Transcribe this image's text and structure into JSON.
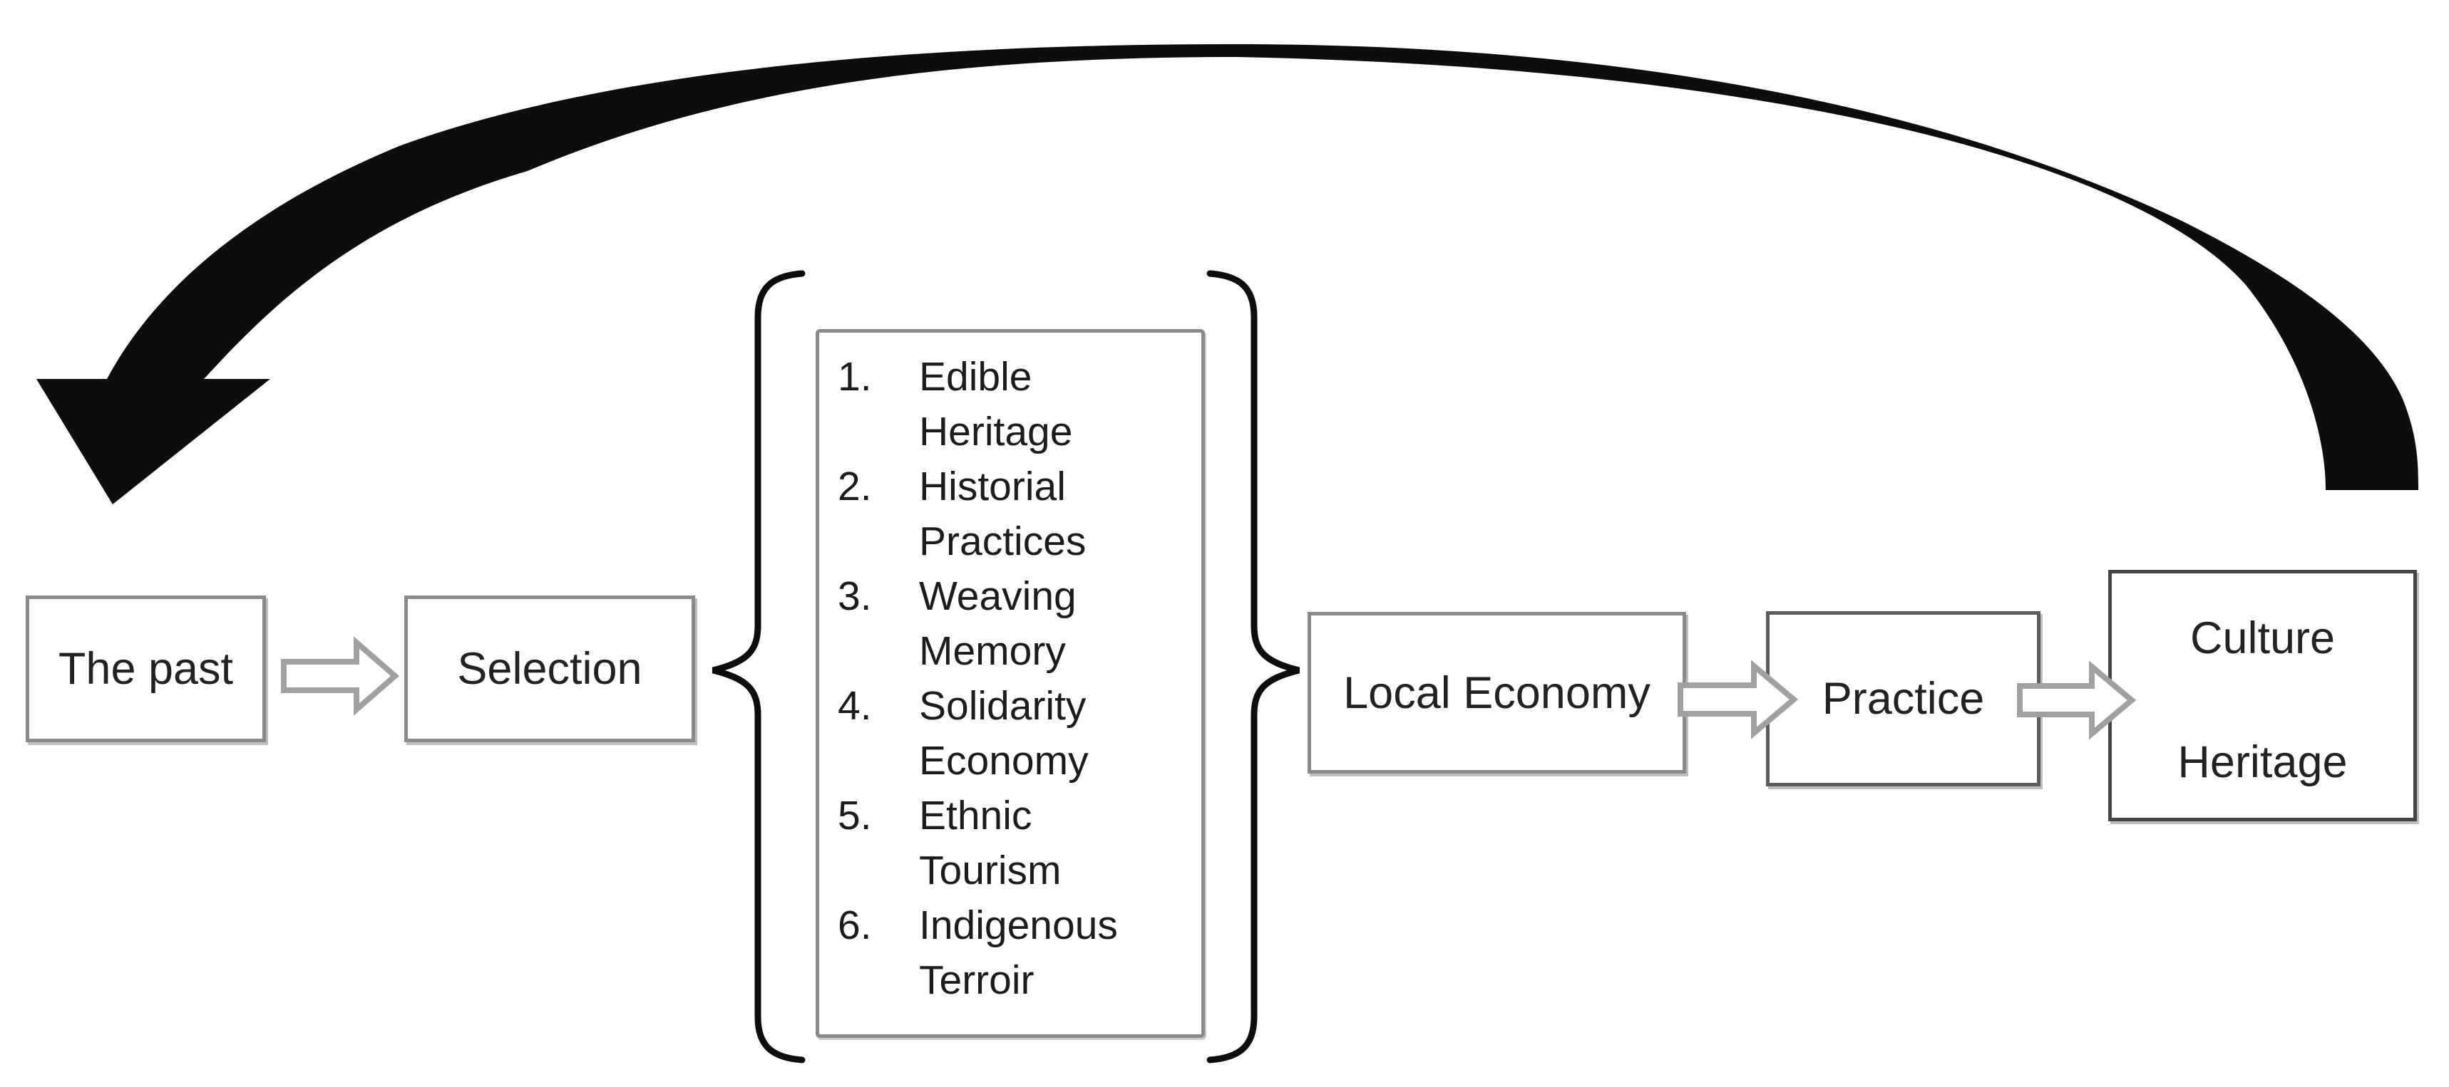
{
  "nodes": {
    "past": {
      "label": "The past"
    },
    "selection": {
      "label": "Selection"
    },
    "local": {
      "label": "Local Economy"
    },
    "practice": {
      "label": "Practice"
    },
    "culture": {
      "line1": "Culture",
      "line2": "Heritage"
    }
  },
  "list": {
    "items": [
      {
        "num": "1.",
        "line1": "Edible",
        "line2": "Heritage"
      },
      {
        "num": "2.",
        "line1": "Historial",
        "line2": "Practices"
      },
      {
        "num": "3.",
        "line1": "Weaving",
        "line2": "Memory"
      },
      {
        "num": "4.",
        "line1": "Solidarity",
        "line2": "Economy"
      },
      {
        "num": "5.",
        "line1": "Ethnic",
        "line2": "Tourism"
      },
      {
        "num": "6.",
        "line1": "Indigenous",
        "line2": "Terroir"
      }
    ]
  },
  "icons": {
    "feedback_arrow": "curved-feedback-arrow",
    "flow_arrow": "block-arrow-right",
    "brace_left": "left-curly-brace",
    "brace_right": "right-curly-brace"
  },
  "colors": {
    "background": "#ffffff",
    "ink": "#0d0d0d",
    "box_border": "#8a8a8a",
    "box_border_medium": "#5c5c5c",
    "box_border_dark": "#454545",
    "flow_arrow_outline": "#a0a0a0",
    "text": "#1f1f1f"
  }
}
